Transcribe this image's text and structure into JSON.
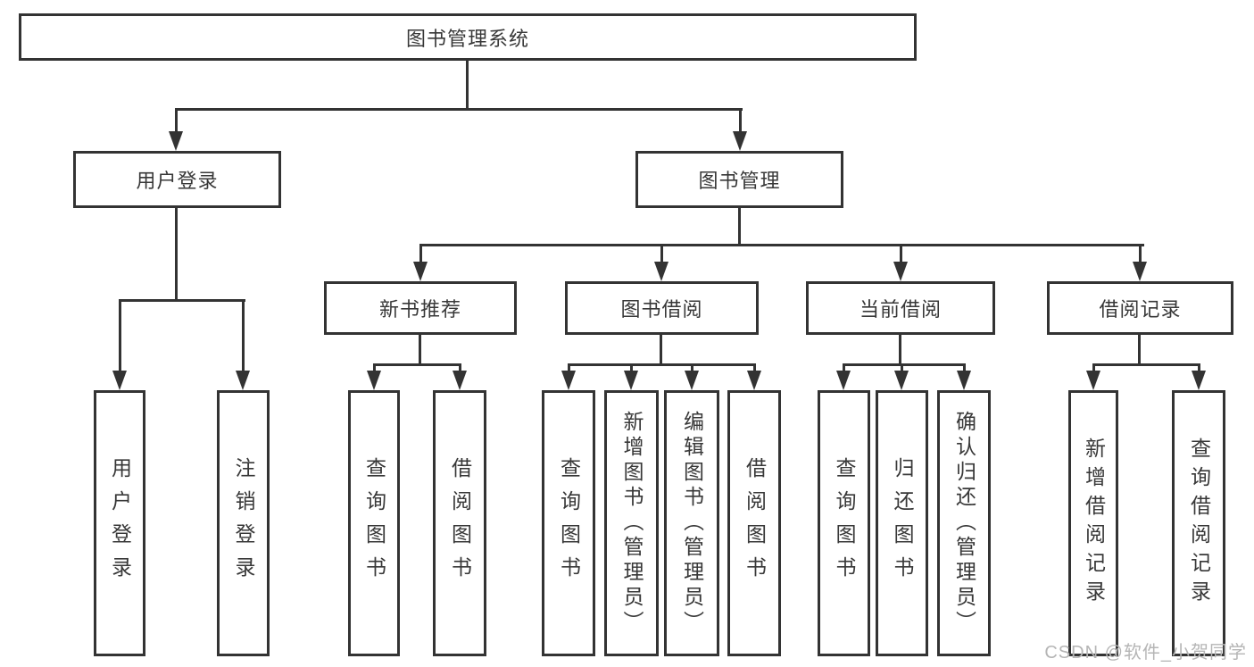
{
  "diagram": {
    "title": "图书管理系统",
    "watermark": "CSDN @软件_小贺同学",
    "colors": {
      "line": "#333333",
      "text": "#383838",
      "background": "#ffffff",
      "watermark": "#b5b5b5"
    },
    "tree": {
      "root": {
        "label": "图书管理系统"
      },
      "level2": [
        {
          "label": "用户登录"
        },
        {
          "label": "图书管理"
        }
      ],
      "level3": [
        {
          "label": "新书推荐",
          "parent": "图书管理"
        },
        {
          "label": "图书借阅",
          "parent": "图书管理"
        },
        {
          "label": "当前借阅",
          "parent": "图书管理"
        },
        {
          "label": "借阅记录",
          "parent": "图书管理"
        }
      ],
      "leaves": [
        {
          "label": "用户登录",
          "parent": "用户登录"
        },
        {
          "label": "注销登录",
          "parent": "用户登录"
        },
        {
          "label": "查询图书",
          "parent": "新书推荐"
        },
        {
          "label": "借阅图书",
          "parent": "新书推荐"
        },
        {
          "label": "查询图书",
          "parent": "图书借阅"
        },
        {
          "label": "新增图书（管理员）",
          "parent": "图书借阅"
        },
        {
          "label": "编辑图书（管理员）",
          "parent": "图书借阅"
        },
        {
          "label": "借阅图书",
          "parent": "图书借阅"
        },
        {
          "label": "查询图书",
          "parent": "当前借阅"
        },
        {
          "label": "归还图书",
          "parent": "当前借阅"
        },
        {
          "label": "确认归还（管理员）",
          "parent": "当前借阅"
        },
        {
          "label": "新增借阅记录",
          "parent": "借阅记录"
        },
        {
          "label": "查询借阅记录",
          "parent": "借阅记录"
        }
      ]
    }
  }
}
